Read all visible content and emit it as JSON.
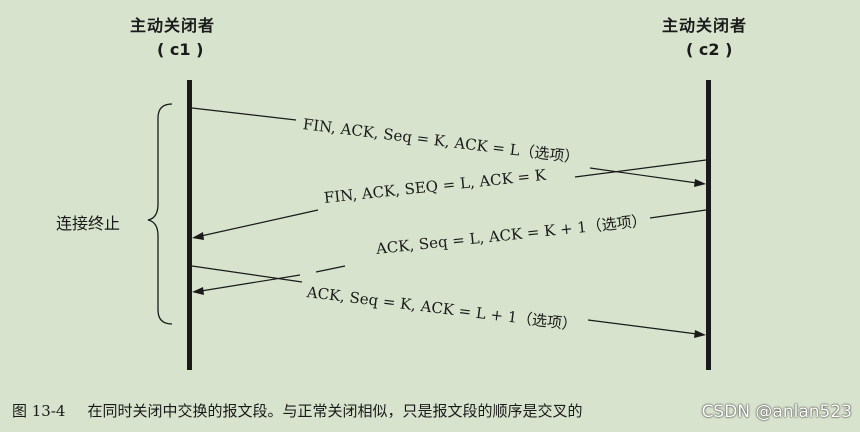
{
  "parties": {
    "left": {
      "title": "主动关闭者",
      "id": "( c1 )"
    },
    "right": {
      "title": "主动关闭者",
      "id": "( c2 )"
    }
  },
  "phase_label": "连接终止",
  "messages": [
    {
      "label": "FIN, ACK, Seq = K, ACK = L（选项）",
      "from": "c1",
      "to": "c2"
    },
    {
      "label": "FIN, ACK, SEQ = L, ACK = K",
      "from": "c2",
      "to": "c1"
    },
    {
      "label": "ACK, Seq = L, ACK = K + 1（选项）",
      "from": "c2",
      "to": "c1"
    },
    {
      "label": "ACK, Seq = K, ACK = L + 1（选项）",
      "from": "c1",
      "to": "c2"
    }
  ],
  "caption": {
    "figure_number": "图 13-4",
    "text": "在同时关闭中交换的报文段。与正常关闭相似，只是报文段的顺序是交叉的"
  },
  "watermark": "CSDN @anlan523",
  "colors": {
    "background": "#d7e3cc",
    "line": "#1a1a1a"
  }
}
